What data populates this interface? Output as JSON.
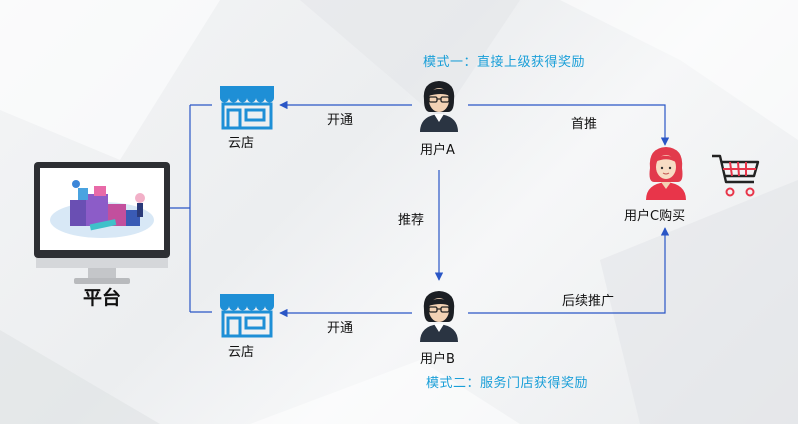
{
  "modes": {
    "mode1": "模式一：直接上级获得奖励",
    "mode2": "模式二：服务门店获得奖励"
  },
  "platform": {
    "label": "平台"
  },
  "stores": {
    "top": "云店",
    "bottom": "云店"
  },
  "users": {
    "a": "用户A",
    "b": "用户B",
    "c": "用户C购买"
  },
  "edges": {
    "open_top": "开通",
    "open_bottom": "开通",
    "recommend": "推荐",
    "first_push": "首推",
    "follow_up": "后续推广"
  },
  "colors": {
    "accent": "#1a9fd8",
    "line": "#2a56c6",
    "store": "#1e8fd6",
    "user_c": "#e8354a"
  }
}
